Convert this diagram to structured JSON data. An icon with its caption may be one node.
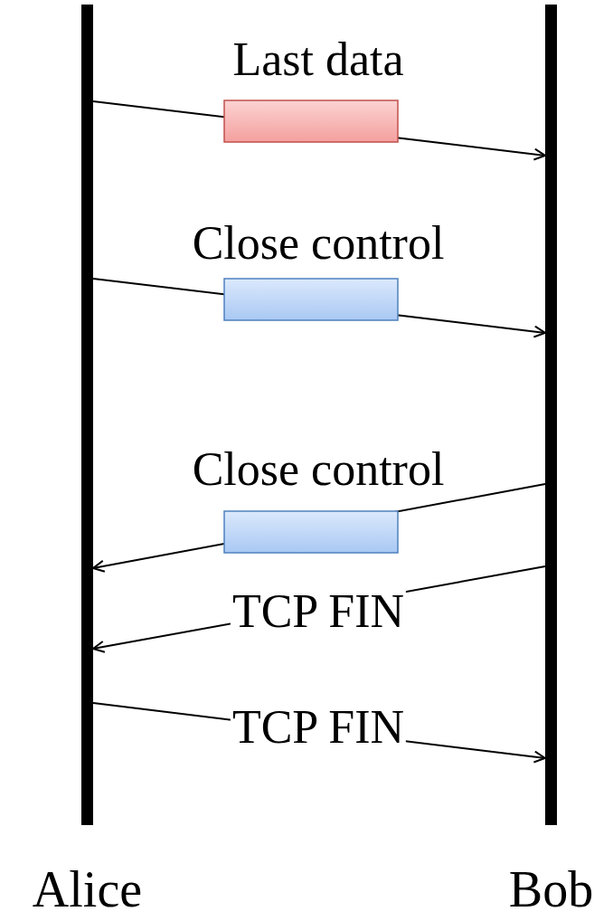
{
  "diagram": {
    "nodes": [
      {
        "text": [
          "Alice"
        ]
      },
      {
        "text": [
          "Bob"
        ]
      }
    ],
    "edges": [
      {
        "from": 0,
        "to": 1,
        "arrow": "to",
        "label": "Last data"
      },
      {
        "from": 0,
        "to": 1,
        "arrow": "to",
        "label": "Close control"
      },
      {
        "from": 1,
        "to": 0,
        "arrow": "to",
        "label": "Close control"
      },
      {
        "from": 1,
        "to": 0,
        "arrow": "to",
        "label": "TCP FIN"
      },
      {
        "from": 0,
        "to": 1,
        "arrow": "to",
        "label": "TCP FIN"
      }
    ]
  }
}
